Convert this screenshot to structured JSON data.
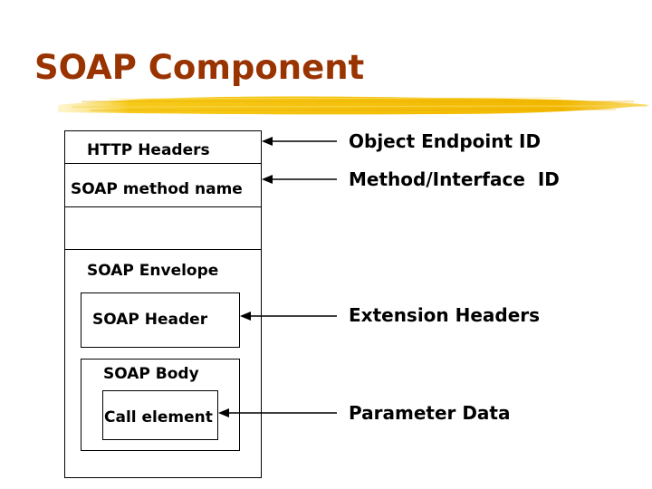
{
  "title": "SOAP Component",
  "colors": {
    "title": "#993300",
    "brush": "#f5c400",
    "lines": "#000000"
  },
  "packet": {
    "http_headers": "HTTP Headers",
    "method_name": "SOAP method name",
    "envelope": "SOAP Envelope",
    "header": "SOAP Header",
    "body": "SOAP Body",
    "call_element": "Call element"
  },
  "annotations": {
    "object_endpoint": "Object Endpoint ID",
    "method_interface": "Method/Interface  ID",
    "extension_headers": "Extension Headers",
    "parameter_data": "Parameter Data"
  }
}
